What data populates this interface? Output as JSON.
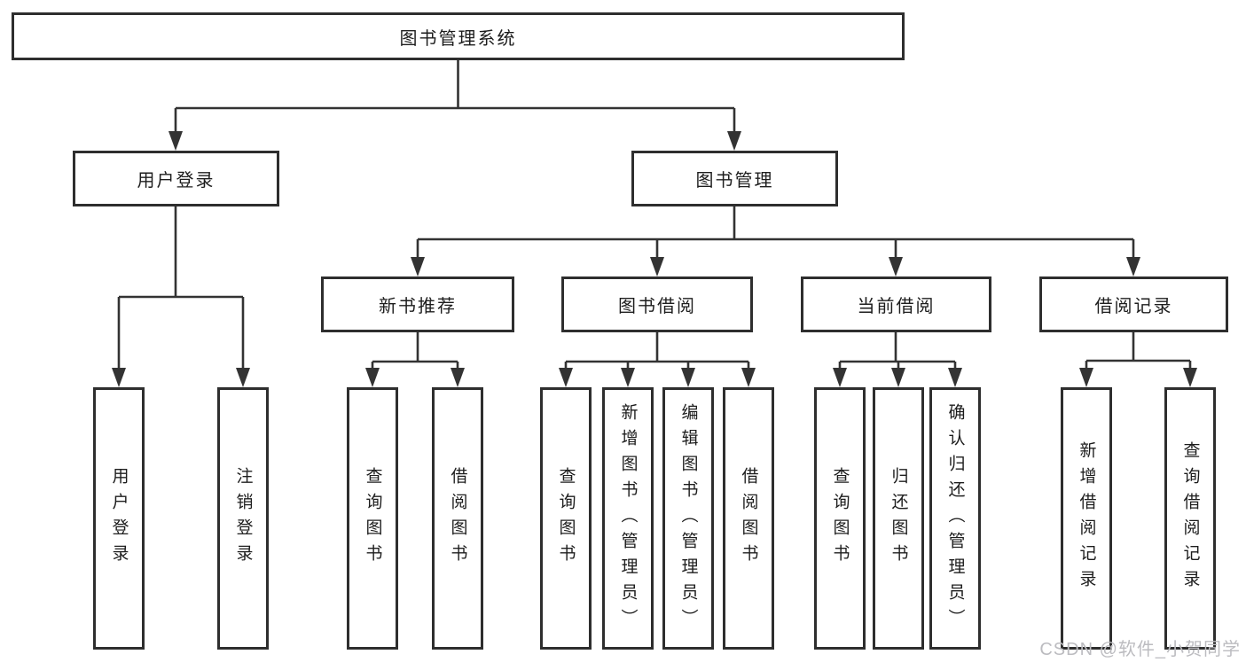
{
  "boxes": {
    "root": "图书管理系统",
    "l2": [
      "用户登录",
      "图书管理"
    ],
    "l3": [
      "新书推荐",
      "图书借阅",
      "当前借阅",
      "借阅记录"
    ],
    "leaves": [
      "用户登录",
      "注销登录",
      "查询图书",
      "借阅图书",
      "查询图书",
      "新增图书（管理员）",
      "编辑图书（管理员）",
      "借阅图书",
      "查询图书",
      "归还图书",
      "确认归还（管理员）",
      "新增借阅记录",
      "查询借阅记录"
    ]
  },
  "watermark": "CSDN @软件_小贺同学",
  "colors": {
    "line": "#333333",
    "box_border": "#2e2e2e",
    "text": "#1d1d1d",
    "background": "#ffffff",
    "watermark": "#bcbcc0"
  }
}
